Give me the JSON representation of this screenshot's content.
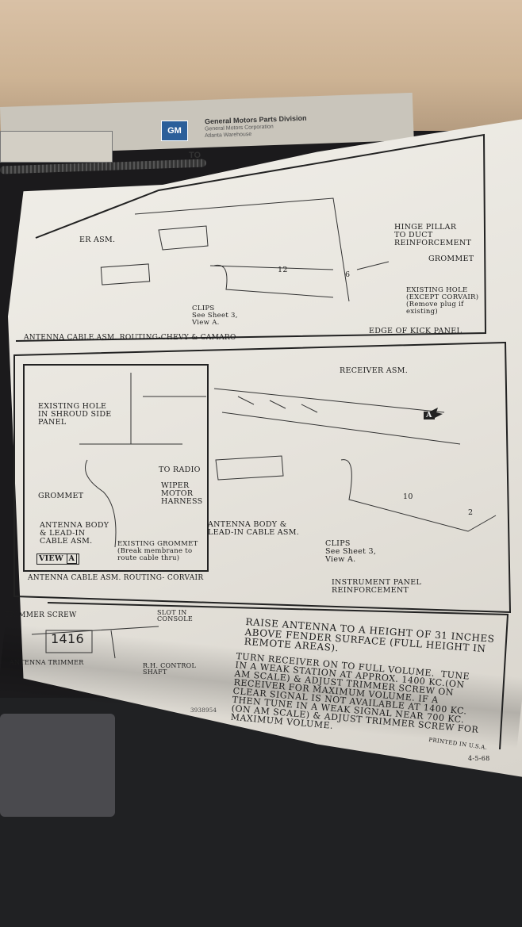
{
  "box_label": {
    "logo": "GM",
    "division": "General Motors Parts Division",
    "corporation": "General Motors Corporation",
    "warehouse": "Atlanta Warehouse",
    "to": "TO"
  },
  "panel1": {
    "caption": "ANTENNA CABLE ASM. ROUTING-CHEVY & CAMARO",
    "receiver": "ER ASM.",
    "hinge_pillar": "HINGE PILLAR\nTO DUCT\nREINFORCEMENT",
    "grommet": "GROMMET",
    "existing_hole": "EXISTING HOLE\n(EXCEPT CORVAIR)\n(Remove plug if\nexisting)",
    "clips": "CLIPS\nSee Sheet 3,\nView A.",
    "edge": "EDGE OF KICK PANEL",
    "dim_12": "12",
    "dim_6": "6"
  },
  "panel2": {
    "caption": "ANTENNA CABLE ASM. ROUTING- CORVAIR",
    "receiver": "RECEIVER ASM.",
    "view_marker": "A",
    "existing_hole": "EXISTING HOLE\nIN SHROUD SIDE\nPANEL",
    "to_radio": "TO RADIO",
    "wiper": "WIPER\nMOTOR\nHARNESS",
    "grommet": "GROMMET",
    "antenna_body_inset": "ANTENNA BODY\n& LEAD-IN\nCABLE ASM.",
    "existing_grommet": "EXISTING GROMMET\n(Break membrane to\nroute cable thru)",
    "view_a": "VIEW",
    "view_a_letter": "A",
    "antenna_body": "ANTENNA BODY &\nLEAD-IN CABLE ASM.",
    "clips": "CLIPS\nSee Sheet 3,\nView A.",
    "instrument": "INSTRUMENT PANEL\nREINFORCEMENT",
    "dim_10": "10",
    "dim_2": "2"
  },
  "panel3": {
    "trimmer_screw": "TRIMMER SCREW",
    "slot": "SLOT IN\nCONSOLE",
    "dial": "1416",
    "antenna_trimmer": "ANTENNA TRIMMER",
    "shaft_control": "R.H. CONTROL\nSHAFT",
    "raise": "RAISE ANTENNA TO A HEIGHT OF 31 INCHES\nABOVE FENDER SURFACE (FULL HEIGHT IN\nREMOTE AREAS).",
    "turn": "TURN RECEIVER ON TO FULL VOLUME.  TUNE\nIN A WEAK STATION AT APPROX. 1400 KC.(ON\nAM SCALE) & ADJUST TRIMMER SCREW ON\nRECEIVER FOR MAXIMUM VOLUME. IF A\nCLEAR SIGNAL IS NOT AVAILABLE AT 1400 KC.\nTHEN TUNE IN A WEAK SIGNAL NEAR 700 KC.\n(ON AM SCALE) & ADJUST TRIMMER SCREW FOR\nMAXIMUM VOLUME.",
    "part_no": "3938954",
    "printed": "PRINTED IN U.S.A.",
    "date": "4-5-68"
  }
}
